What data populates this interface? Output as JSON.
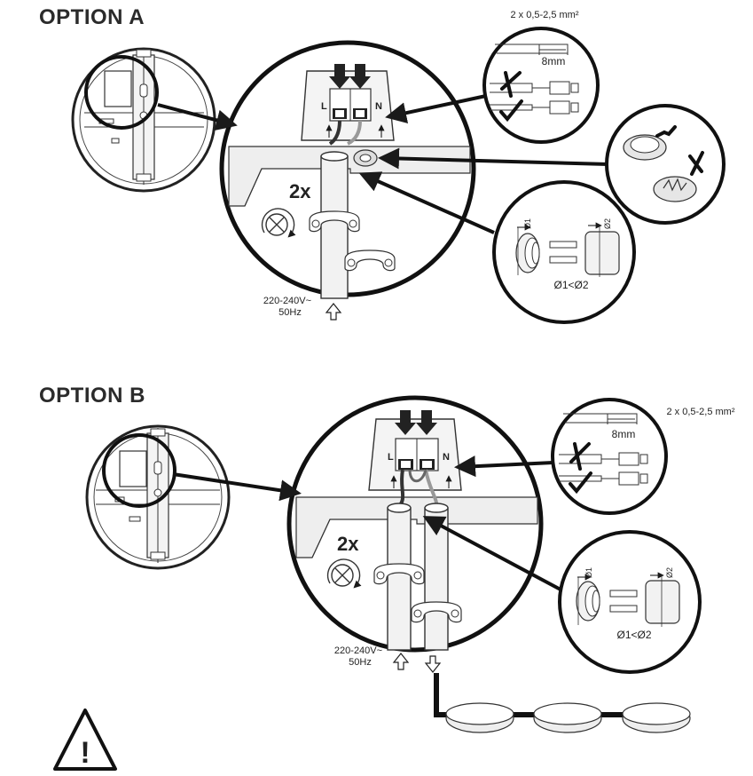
{
  "option_a": {
    "title": "OPTION A",
    "screw_count": "2x",
    "voltage": "220-240V~",
    "frequency": "50Hz",
    "wire_spec": "2 x 0,5-2,5 mm²",
    "strip_length": "8mm",
    "terminal_l": "L",
    "terminal_n": "N",
    "d1": "Ø1",
    "d2": "Ø2",
    "d_rule": "Ø1<Ø2"
  },
  "option_b": {
    "title": "OPTION B",
    "screw_count": "2x",
    "voltage": "220-240V~",
    "frequency": "50Hz",
    "wire_spec": "2 x 0,5-2,5 mm²",
    "strip_length": "8mm",
    "terminal_l": "L",
    "terminal_n": "N",
    "d1": "Ø1",
    "d2": "Ø2",
    "d_rule": "Ø1<Ø2"
  },
  "warning": {
    "symbol": "!"
  }
}
